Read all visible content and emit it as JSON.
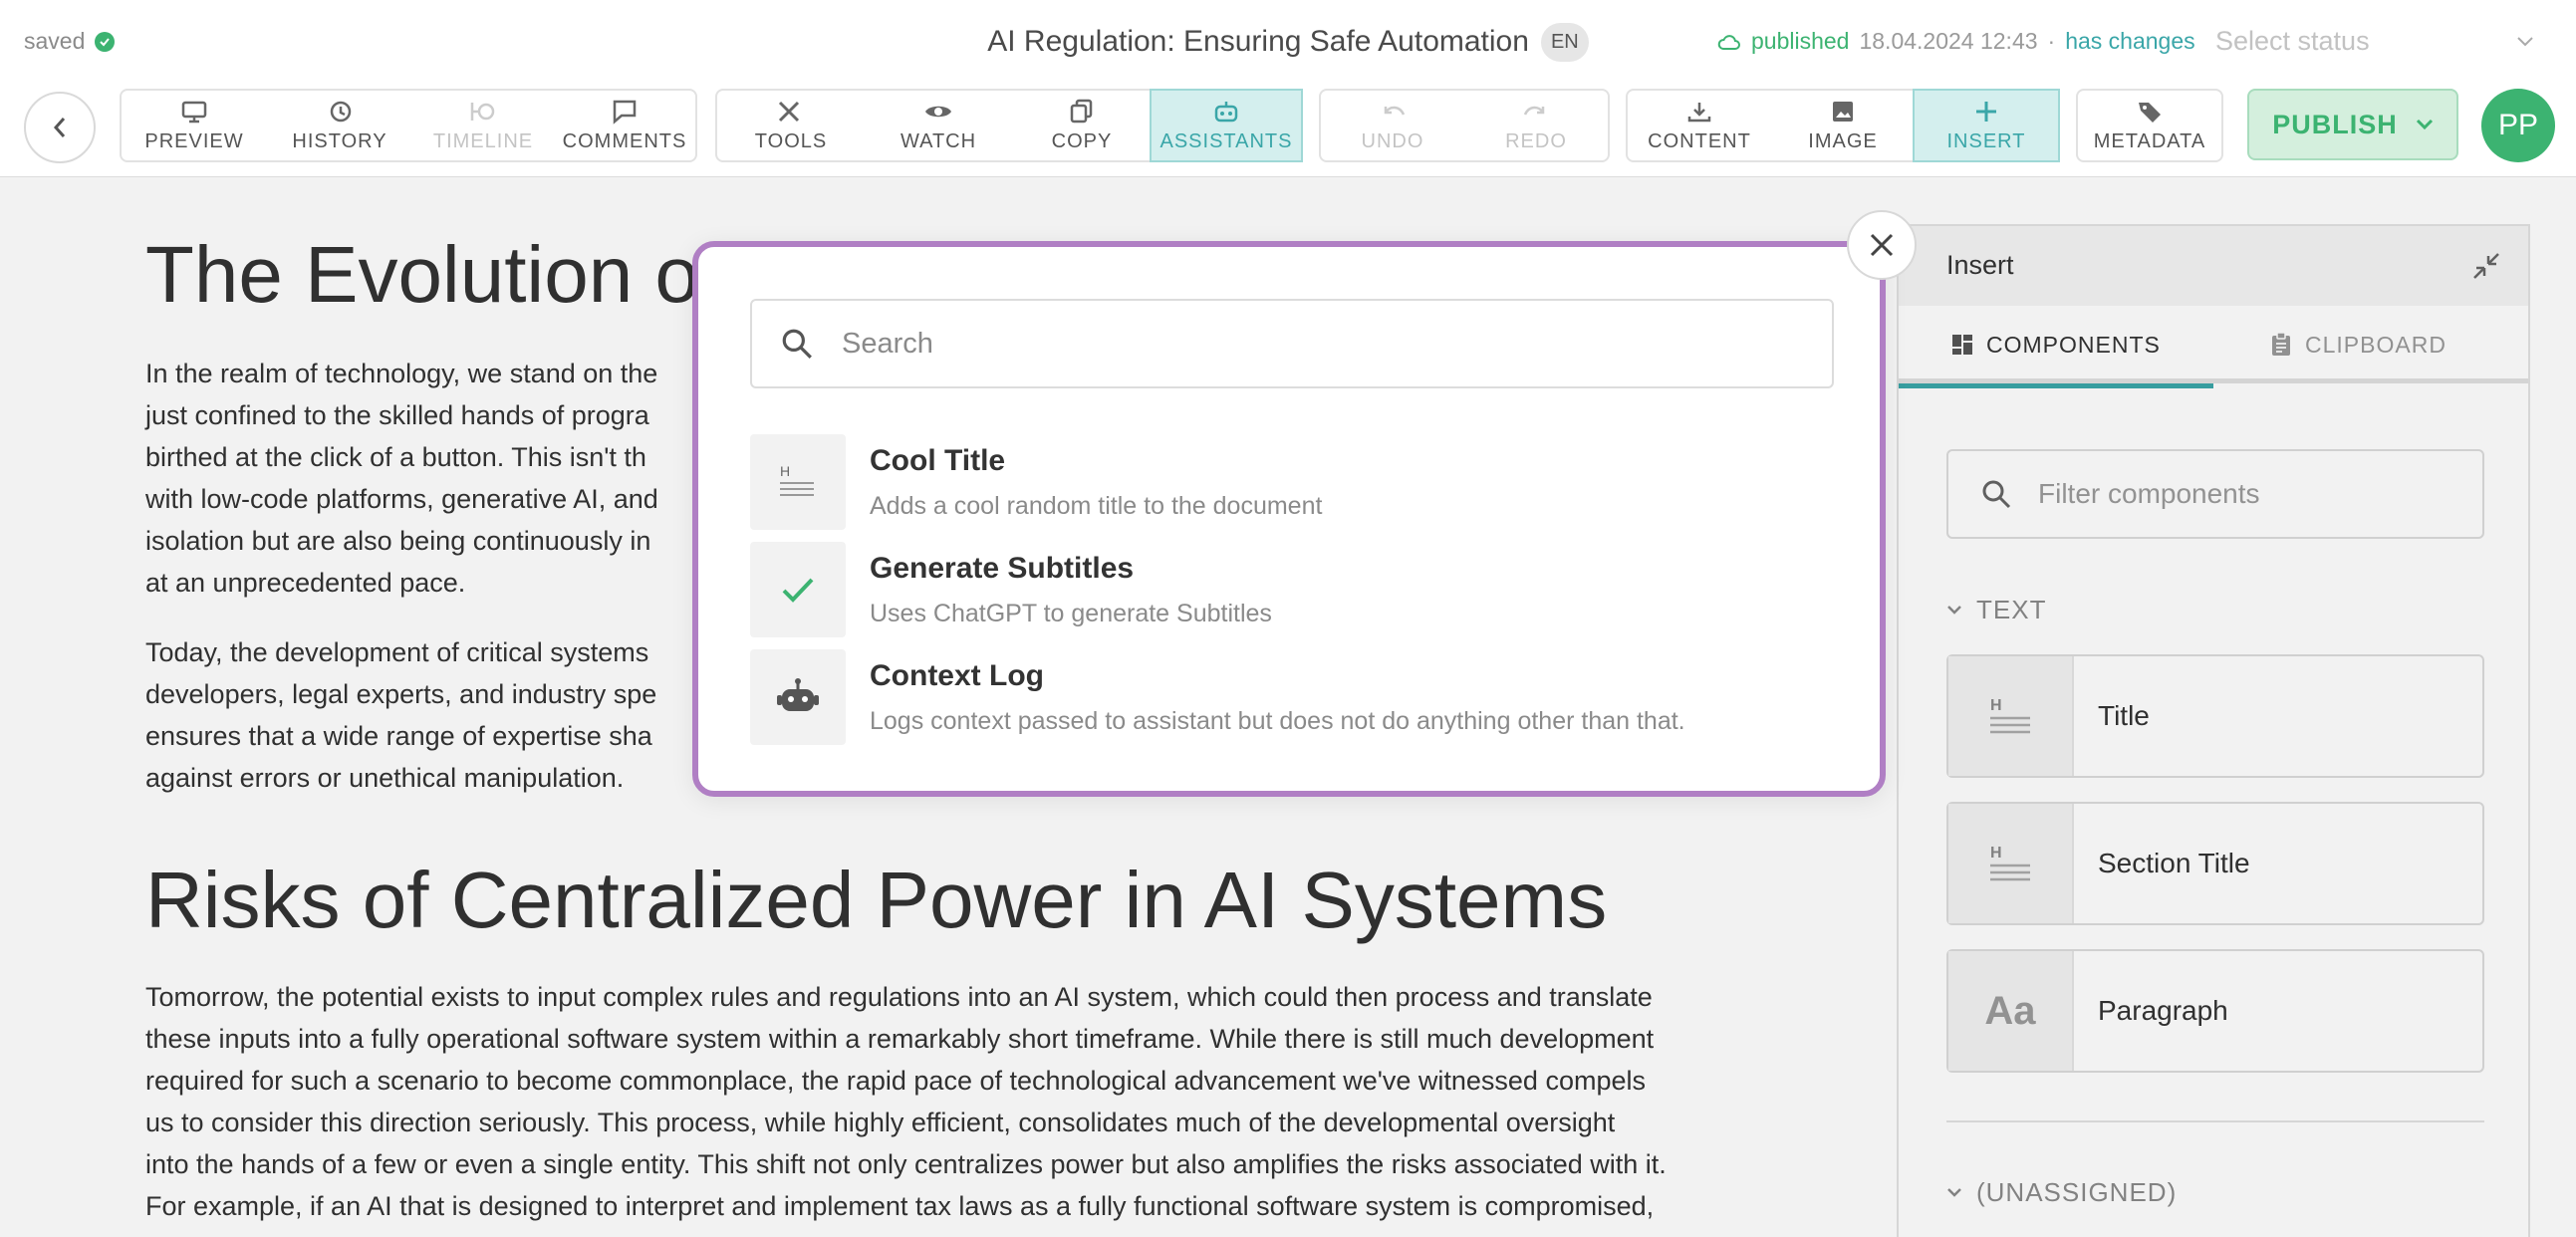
{
  "topbar": {
    "saved_label": "saved",
    "doc_title": "AI Regulation: Ensuring Safe Automation",
    "lang": "EN",
    "published_label": "published",
    "published_date": "18.04.2024 12:43",
    "separator": "·",
    "changes_label": "has changes",
    "status_placeholder": "Select status"
  },
  "toolbar": {
    "preview": "PREVIEW",
    "history": "HISTORY",
    "timeline": "TIMELINE",
    "comments": "COMMENTS",
    "tools": "TOOLS",
    "watch": "WATCH",
    "copy": "COPY",
    "assistants": "ASSISTANTS",
    "undo": "UNDO",
    "redo": "REDO",
    "content": "CONTENT",
    "image": "IMAGE",
    "insert": "INSERT",
    "metadata": "METADATA",
    "publish": "PUBLISH",
    "avatar": "PP"
  },
  "document": {
    "heading1": "The Evolution of",
    "para1": "In the realm of technology, we stand on the just confined to the skilled hands of progra birthed at the click of a button. This isn't th with low-code platforms, generative AI, and isolation but are also being continuously in at an unprecedented pace.",
    "para1_lines": [
      "In the realm of technology, we stand on the",
      "just confined to the skilled hands of progra",
      "birthed at the click of a button. This isn't th",
      "with low-code platforms, generative AI, and",
      "isolation but are also being continuously in",
      "at an unprecedented pace."
    ],
    "para2_lines": [
      "Today, the development of critical systems",
      "developers, legal experts, and industry spe",
      "ensures that a wide range of expertise sha",
      "against errors or unethical manipulation."
    ],
    "heading2": "Risks of Centralized Power in AI Systems",
    "para3_lines": [
      "Tomorrow, the potential exists to input complex rules and regulations into an AI system, which could then process and translate",
      "these inputs into a fully operational software system within a remarkably short timeframe. While there is still much development",
      "required for such a scenario to become commonplace, the rapid pace of technological advancement we've witnessed compels",
      "us to consider this direction seriously. This process, while highly efficient, consolidates much of the developmental oversight",
      "into the hands of a few or even a single entity. This shift not only centralizes power but also amplifies the risks associated with it.",
      "For example, if an AI that is designed to interpret and implement tax laws as a fully functional software system is compromised,"
    ]
  },
  "sidebar": {
    "title": "Insert",
    "tab_components": "COMPONENTS",
    "tab_clipboard": "CLIPBOARD",
    "filter_placeholder": "Filter components",
    "category_text": "TEXT",
    "items": [
      {
        "label": "Title",
        "icon": "H"
      },
      {
        "label": "Section Title",
        "icon": "H"
      },
      {
        "label": "Paragraph",
        "icon": "Aa"
      }
    ],
    "category_unassigned": "(UNASSIGNED)"
  },
  "modal": {
    "search_placeholder": "Search",
    "items": [
      {
        "title": "Cool Title",
        "desc": "Adds a cool random title to the document"
      },
      {
        "title": "Generate Subtitles",
        "desc": "Uses ChatGPT to generate Subtitles"
      },
      {
        "title": "Context Log",
        "desc": "Logs context passed to assistant but does not do anything other than that."
      }
    ]
  },
  "colors": {
    "accent_teal": "#3aa6a8",
    "success_green": "#3cb371",
    "modal_border": "#b07fc4"
  }
}
